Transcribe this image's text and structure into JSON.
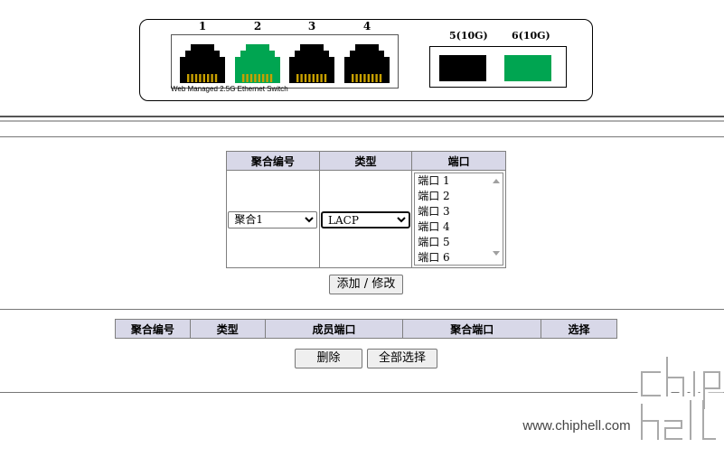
{
  "switch_panel": {
    "port_labels": [
      "1",
      "2",
      "3",
      "4"
    ],
    "model_name": "Web Managed 2.5G Ethernet Switch",
    "sfp_labels": [
      "5(10G)",
      "6(10G)"
    ],
    "ports": [
      {
        "status": "inactive",
        "color": "#000000"
      },
      {
        "status": "active",
        "color": "#00a551"
      },
      {
        "status": "inactive",
        "color": "#000000"
      },
      {
        "status": "inactive",
        "color": "#000000"
      }
    ],
    "sfp_ports": [
      {
        "status": "inactive",
        "color": "#000000"
      },
      {
        "status": "active",
        "color": "#00a551"
      }
    ]
  },
  "add_form": {
    "headers": [
      "聚合编号",
      "类型",
      "端口"
    ],
    "aggregation_select": {
      "selected": "聚合1"
    },
    "type_select": {
      "selected": "LACP"
    },
    "port_options": [
      "端口 1",
      "端口 2",
      "端口 3",
      "端口 4",
      "端口 5",
      "端口 6"
    ],
    "add_modify_button": "添加 / 修改"
  },
  "list_table": {
    "headers": [
      "聚合编号",
      "类型",
      "成员端口",
      "聚合端口",
      "选择"
    ],
    "rows": []
  },
  "actions": {
    "delete_button": "删除",
    "select_all_button": "全部选择"
  },
  "watermark": {
    "logo_text": "chip hell",
    "url": "www.chiphell.com"
  },
  "colors": {
    "header_bg": "#d8d8e8",
    "port_active": "#00a551",
    "port_inactive": "#000000",
    "contact_gold": "#c8a000"
  }
}
